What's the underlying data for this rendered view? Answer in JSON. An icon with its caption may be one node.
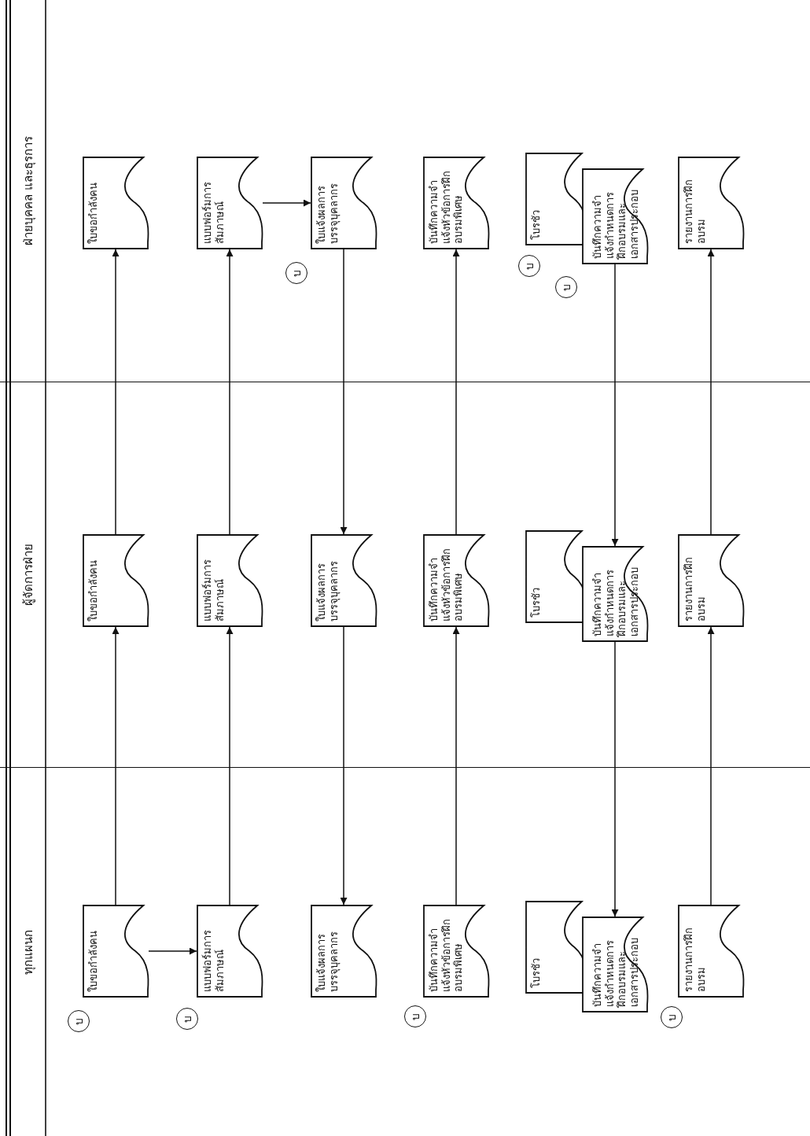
{
  "diagram": {
    "nodes": [
      {
        "text": [
          "ทุกแผนก"
        ]
      },
      {
        "text": [
          "ใบขอกำลังคน"
        ],
        "in": 0
      },
      {
        "text": [
          "แบบฟอร์มการสัมภาษณ์"
        ],
        "in": 0
      },
      {
        "text": [
          "ใบแจ้งผลการบรรจุบุคลากร"
        ],
        "in": 0
      },
      {
        "text": [
          "บันทึกความจำแจ้งหัวข้อการฝึกอบรมพิเศษ"
        ],
        "in": 0
      },
      {
        "text": [
          "โบรชัว"
        ],
        "in": 0
      },
      {
        "text": [
          "บันทึกความจำแจ้งกำหนดการฝึกอบรมและเอกสารประกอบ"
        ],
        "in": 0
      },
      {
        "text": [
          "รายงานการฝึกอบรม"
        ],
        "in": 0
      },
      {
        "text": [
          "บ"
        ],
        "in": 0
      },
      {
        "text": [
          "บ"
        ],
        "in": 0
      },
      {
        "text": [
          "บ"
        ],
        "in": 0
      },
      {
        "text": [
          "บ"
        ],
        "in": 0
      },
      {
        "text": [
          "ผู้จัดการฝ่าย"
        ]
      },
      {
        "text": [
          "ใบขอกำลังคน"
        ],
        "in": 12
      },
      {
        "text": [
          "แบบฟอร์มการสัมภาษณ์"
        ],
        "in": 12
      },
      {
        "text": [
          "ใบแจ้งผลการบรรจุบุคลากร"
        ],
        "in": 12
      },
      {
        "text": [
          "บันทึกความจำแจ้งหัวข้อการฝึกอบรมพิเศษ"
        ],
        "in": 12
      },
      {
        "text": [
          "โบรชัว"
        ],
        "in": 12
      },
      {
        "text": [
          "บันทึกความจำแจ้งกำหนดการฝึกอบรมและเอกสารประกอบ"
        ],
        "in": 12
      },
      {
        "text": [
          "รายงานการฝึกอบรม"
        ],
        "in": 12
      },
      {
        "text": [
          "ฝ่ายบุคคล และธุรการ"
        ]
      },
      {
        "text": [
          "ใบขอกำลังคน"
        ],
        "in": 20
      },
      {
        "text": [
          "แบบฟอร์มการสัมภาษณ์"
        ],
        "in": 20
      },
      {
        "text": [
          "ใบแจ้งผลการบรรจุบุคลากร"
        ],
        "in": 20
      },
      {
        "text": [
          "บันทึกความจำแจ้งหัวข้อการฝึกอบรมพิเศษ"
        ],
        "in": 20
      },
      {
        "text": [
          "โบรชัว"
        ],
        "in": 20
      },
      {
        "text": [
          "บันทึกความจำแจ้งกำหนดการฝึกอบรมและเอกสารประกอบ"
        ],
        "in": 20
      },
      {
        "text": [
          "รายงานการฝึกอบรม"
        ],
        "in": 20
      },
      {
        "text": [
          "บ"
        ],
        "in": 20
      },
      {
        "text": [
          "บ"
        ],
        "in": 20
      },
      {
        "text": [
          "บ"
        ],
        "in": 20
      }
    ],
    "edges": [
      {
        "from": 1,
        "to": 13,
        "arrow": "to"
      },
      {
        "from": 13,
        "to": 21,
        "arrow": "to"
      },
      {
        "from": 1,
        "to": 2,
        "arrow": "to"
      },
      {
        "from": 2,
        "to": 14,
        "arrow": "to"
      },
      {
        "from": 14,
        "to": 22,
        "arrow": "to"
      },
      {
        "from": 22,
        "to": 23,
        "arrow": "to"
      },
      {
        "from": 23,
        "to": 15,
        "arrow": "to"
      },
      {
        "from": 15,
        "to": 3,
        "arrow": "to"
      },
      {
        "from": 4,
        "to": 16,
        "arrow": "to"
      },
      {
        "from": 16,
        "to": 24,
        "arrow": "to"
      },
      {
        "from": 26,
        "to": 18,
        "arrow": "to"
      },
      {
        "from": 18,
        "to": 6,
        "arrow": "to"
      },
      {
        "from": 7,
        "to": 19,
        "arrow": "to"
      },
      {
        "from": 19,
        "to": 27,
        "arrow": "to"
      }
    ]
  }
}
